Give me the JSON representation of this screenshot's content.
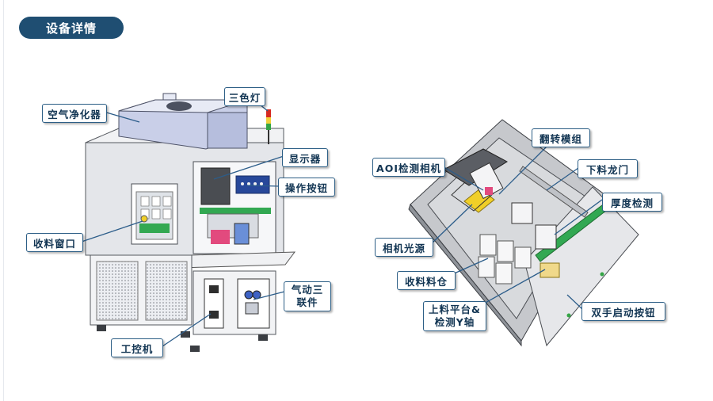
{
  "header": {
    "title": "设备详情"
  },
  "left_machine": {
    "labels": {
      "air_purifier": "空气净化器",
      "tower_light": "三色灯",
      "display": "显示器",
      "op_buttons": "操作按钮",
      "receive_window": "收料窗口",
      "pneumatic_unit_line1": "气动三",
      "pneumatic_unit_line2": "联件",
      "ipc": "工控机"
    }
  },
  "right_machine": {
    "labels": {
      "flip_module": "翻转模组",
      "aoi_camera": "AOI检测相机",
      "unload_gantry": "下料龙门",
      "thickness_check": "厚度检测",
      "camera_light": "相机光源",
      "receive_bin": "收料料仓",
      "load_platform_line1": "上料平台&",
      "load_platform_line2": "检测Y轴",
      "two_hand_start": "双手启动按钮"
    }
  },
  "colors": {
    "title_bg": "#1f4e72",
    "callout_border": "#2d5f86",
    "leader_line": "#2c5d8a",
    "frame": "#e4e6ea",
    "purifier": "#c9cfe8",
    "panel_blue": "#27489a",
    "rail_green": "#32a852",
    "module_yellow": "#f0cf28",
    "tower_red": "#d62a22",
    "tower_yellow": "#f2d13a",
    "tower_green": "#35a546"
  }
}
